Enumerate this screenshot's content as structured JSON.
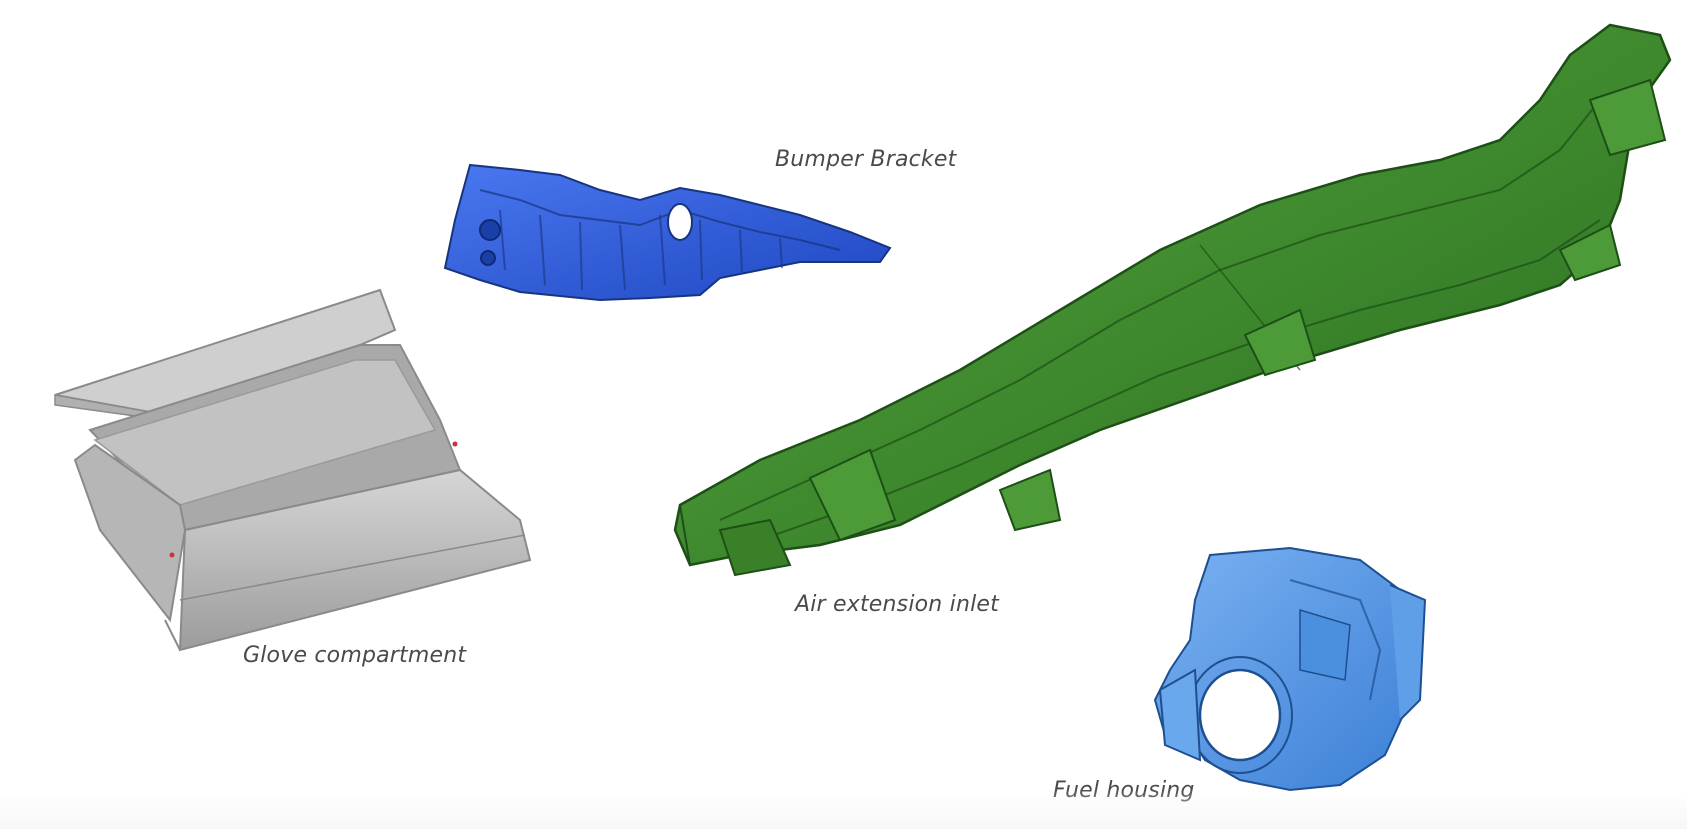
{
  "labels": {
    "bumper_bracket": "Bumper Bracket",
    "glove_compartment": "Glove compartment",
    "air_extension_inlet": "Air extension inlet",
    "fuel_housing": "Fuel housing"
  },
  "colors": {
    "bumper_bracket": "#2f5fe6",
    "glove_compartment": "#b9b9b9",
    "air_extension_inlet": "#3f8a2e",
    "fuel_housing": "#4a90e8",
    "label_text": "#4a4a4a"
  }
}
